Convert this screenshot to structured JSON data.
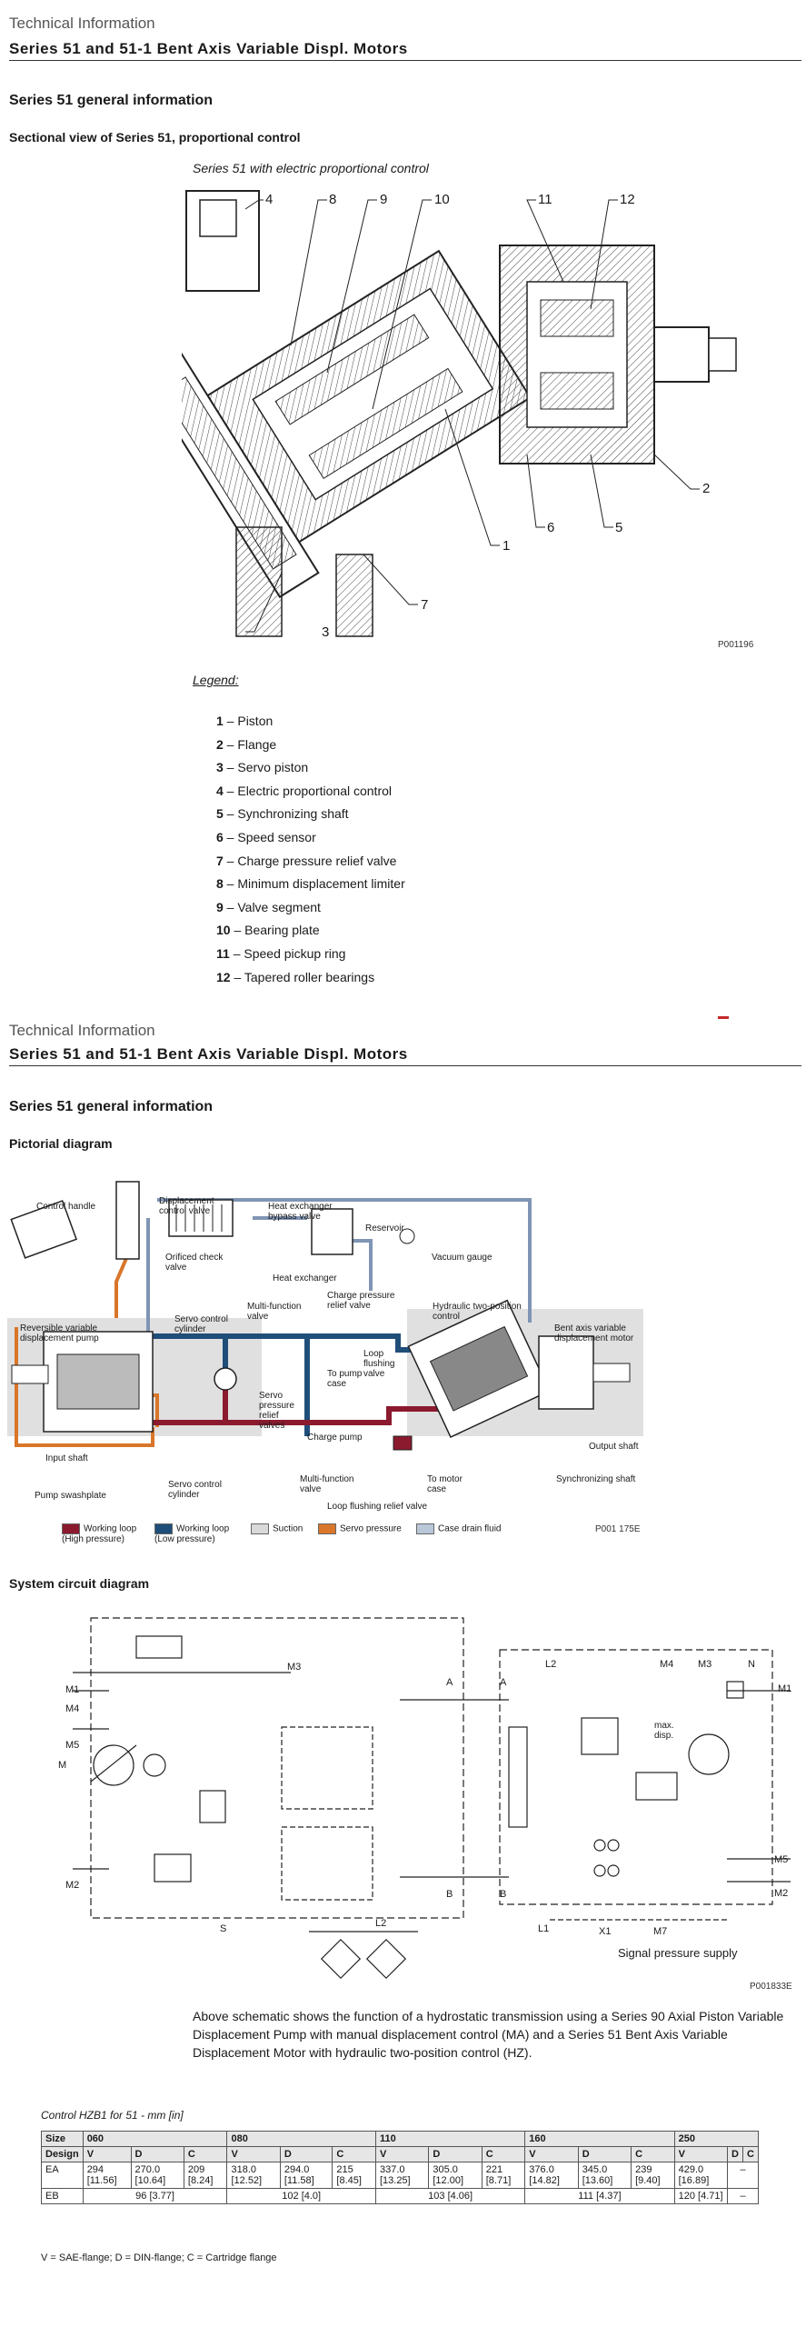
{
  "page1": {
    "header_small": "Technical Information",
    "header_title": "Series 51 and 51-1 Bent Axis Variable Displ. Motors",
    "section_title": "Series 51 general information",
    "subsection_title": "Sectional view of Series 51, proportional control",
    "figure_caption": "Series 51 with electric proportional control",
    "callouts": [
      "4",
      "8",
      "9",
      "10",
      "11",
      "12",
      "2",
      "5",
      "6",
      "1",
      "7",
      "3"
    ],
    "figure_id": "P001196",
    "legend_title": "Legend:",
    "legend": [
      {
        "num": "1",
        "text": " – Piston"
      },
      {
        "num": "2",
        "text": " – Flange"
      },
      {
        "num": "3",
        "text": " – Servo piston"
      },
      {
        "num": "4",
        "text": " – Electric proportional control"
      },
      {
        "num": "5",
        "text": " – Synchronizing shaft"
      },
      {
        "num": "6",
        "text": " – Speed sensor"
      },
      {
        "num": "7",
        "text": " – Charge pressure relief valve"
      },
      {
        "num": "8",
        "text": " – Minimum displacement limiter"
      },
      {
        "num": "9",
        "text": " – Valve segment"
      },
      {
        "num": "10",
        "text": " – Bearing plate"
      },
      {
        "num": "11",
        "text": " – Speed pickup ring"
      },
      {
        "num": "12",
        "text": " – Tapered roller bearings"
      }
    ]
  },
  "page2": {
    "header_small": "Technical Information",
    "header_title": "Series 51 and 51-1 Bent Axis Variable Displ. Motors",
    "section_title": "Series 51 general information",
    "pictorial_title": "Pictorial diagram",
    "pictorial_labels": {
      "control_handle": "Control handle",
      "displacement_control_valve": "Displacement control valve",
      "heat_exchanger_bypass": "Heat exchanger bypass valve",
      "reservoir": "Reservoir",
      "orificed_check_valve": "Orificed check valve",
      "heat_exchanger": "Heat exchanger",
      "vacuum_gauge": "Vacuum gauge",
      "servo_control_cylinder_top": "Servo control cylinder",
      "multi_function_valve_top": "Multi-function valve",
      "charge_pressure_relief_valve": "Charge pressure relief valve",
      "hydraulic_two_position_control": "Hydraulic two-position control",
      "reversible_pump": "Reversible variable displacement pump",
      "bent_axis_motor": "Bent axis variable displacement motor",
      "loop_flushing_valve": "Loop flushing valve",
      "to_pump_case": "To pump case",
      "servo_pressure_relief_valves": "Servo pressure relief valves",
      "charge_pump": "Charge pump",
      "input_shaft": "Input shaft",
      "output_shaft": "Output shaft",
      "to_motor_case": "To motor case",
      "multi_function_valve_bottom": "Multi-function valve",
      "synchronizing_shaft": "Synchronizing shaft",
      "pump_swashplate": "Pump swashplate",
      "servo_control_cylinder_bottom": "Servo control cylinder",
      "loop_flushing_relief_valve": "Loop flushing relief valve"
    },
    "key": [
      {
        "label": "Working loop (High pressure)",
        "color": "#8b1a2e"
      },
      {
        "label": "Working loop (Low pressure)",
        "color": "#1f4e79"
      },
      {
        "label": "Suction",
        "color": "#d9d9d9"
      },
      {
        "label": "Servo pressure",
        "color": "#d9762a"
      },
      {
        "label": "Case drain fluid",
        "color": "#b9c7d9"
      }
    ],
    "pictorial_figure_id": "P001 175E",
    "circuit_title": "System circuit diagram",
    "circuit_labels": {
      "m3_left": "M3",
      "m1_left": "M1",
      "m4_left": "M4",
      "m5_left": "M5",
      "m_left": "M",
      "m2_left": "M2",
      "a1": "A",
      "a2": "A",
      "b1": "B",
      "b2": "B",
      "l2_top": "L2",
      "l2_bottom": "L2",
      "s": "S",
      "l1": "L1",
      "m4_right": "M4",
      "m3_right": "M3",
      "n": "N",
      "m1_right": "M1",
      "m5_right": "M5",
      "m2_right": "M2",
      "max_disp": "max. disp.",
      "x1": "X1",
      "m7": "M7",
      "signal": "Signal pressure supply"
    },
    "circuit_figure_id": "P001833E",
    "description": "Above schematic shows the function of a hydrostatic transmission using a Series 90 Axial Piston Variable Displacement Pump with manual displacement control (MA) and a Series 51 Bent Axis Variable Displacement Motor with hydraulic two-position control (HZ).",
    "table_caption": "Control HZB1 for 51 - mm [in]",
    "table": {
      "size_label": "Size",
      "sizes": [
        "060",
        "080",
        "110",
        "160",
        "250"
      ],
      "design_label": "Design",
      "design_cols": [
        "V",
        "D",
        "C"
      ],
      "rows": [
        {
          "label": "EA",
          "cells": [
            "294 [11.56]",
            "270.0 [10.64]",
            "209 [8.24]",
            "318.0 [12.52]",
            "294.0 [11.58]",
            "215 [8.45]",
            "337.0 [13.25]",
            "305.0 [12.00]",
            "221 [8.71]",
            "376.0 [14.82]",
            "345.0 [13.60]",
            "239 [9.40]",
            "429.0 [16.89]",
            "–"
          ]
        },
        {
          "label": "EB",
          "merged": [
            "96 [3.77]",
            "102 [4.0]",
            "103 [4.06]",
            "111 [4.37]"
          ],
          "v250": "120 [4.71]",
          "dc250": "–"
        }
      ]
    },
    "footnote": "V = SAE-flange; D = DIN-flange; C = Cartridge flange"
  }
}
